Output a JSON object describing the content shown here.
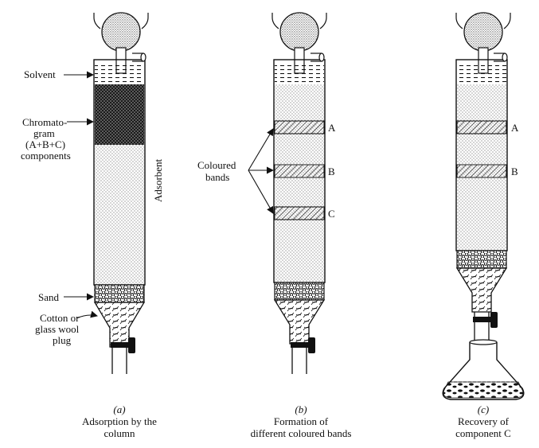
{
  "colors": {
    "ink": "#111111",
    "paper": "#ffffff"
  },
  "panel_a": {
    "caption_letter": "(a)",
    "caption_line1": "Adsorption by the",
    "caption_line2": "column",
    "label_solvent": "Solvent",
    "label_chromatogram_1": "Chromato-",
    "label_chromatogram_2": "gram",
    "label_chromatogram_3": "(A+B+C)",
    "label_chromatogram_4": "components",
    "label_adsorbent": "Adsorbent",
    "label_sand": "Sand",
    "label_plug_1": "Cotton or",
    "label_plug_2": "glass wool",
    "label_plug_3": "plug"
  },
  "panel_b": {
    "caption_letter": "(b)",
    "caption_line1": "Formation of",
    "caption_line2": "different coloured bands",
    "label_bands_1": "Coloured",
    "label_bands_2": "bands",
    "band_a": "A",
    "band_b": "B",
    "band_c": "C"
  },
  "panel_c": {
    "caption_letter": "(c)",
    "caption_line1": "Recovery of",
    "caption_line2": "component C",
    "band_a": "A",
    "band_b": "B"
  }
}
